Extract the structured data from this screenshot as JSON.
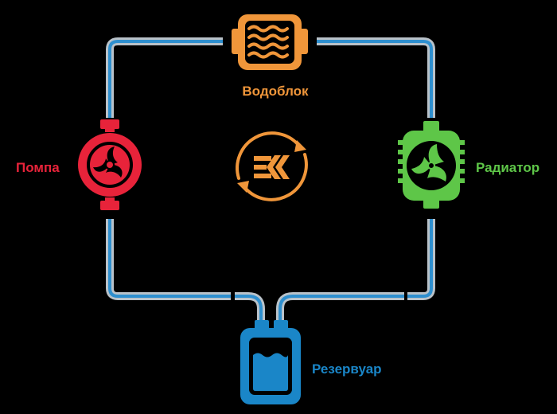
{
  "colors": {
    "background": "#000000",
    "pipe_outer": "#b9c2c9",
    "pipe_inner": "#2e8fcf",
    "waterblock": "#f0963a",
    "pump": "#e8233a",
    "radiator": "#5ec648",
    "reservoir": "#1a86c8",
    "center_logo": "#f0963a"
  },
  "nodes": {
    "waterblock": {
      "label": "Водоблок",
      "icon": "waterblock-icon"
    },
    "pump": {
      "label": "Помпа",
      "icon": "pump-icon"
    },
    "radiator": {
      "label": "Радиатор",
      "icon": "radiator-fan-icon"
    },
    "reservoir": {
      "label": "Резервуар",
      "icon": "reservoir-icon"
    }
  },
  "center": {
    "icon": "ek-cycle-logo-icon"
  }
}
